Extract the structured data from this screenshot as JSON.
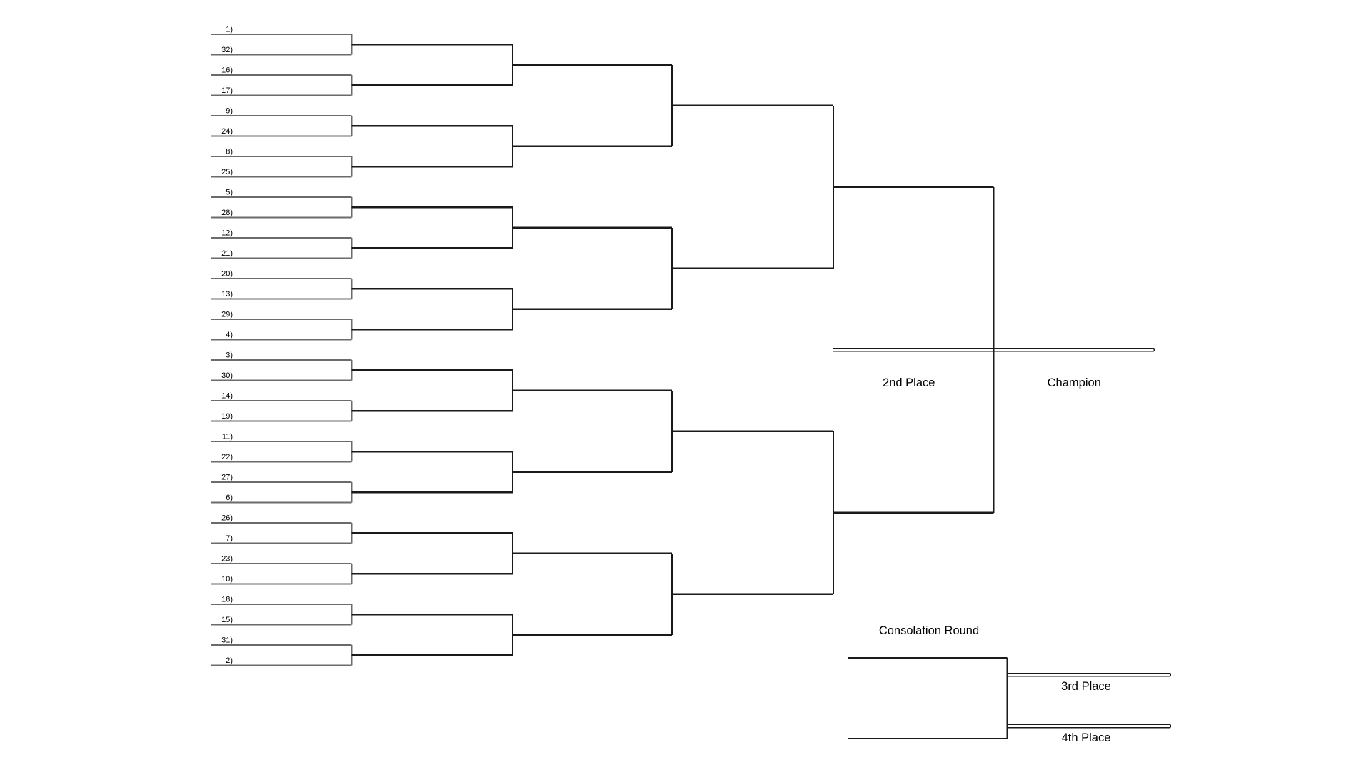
{
  "page": {
    "background": "#ffffff"
  },
  "bracket": {
    "type": "single-elimination",
    "num_seeds": 32,
    "rounds": 5,
    "seed_labels": [
      "1)",
      "32)",
      "16)",
      "17)",
      "9)",
      "24)",
      "8)",
      "25)",
      "5)",
      "28)",
      "12)",
      "21)",
      "20)",
      "13)",
      "29)",
      "4)",
      "3)",
      "30)",
      "14)",
      "19)",
      "11)",
      "22)",
      "27)",
      "6)",
      "26)",
      "7)",
      "23)",
      "10)",
      "18)",
      "15)",
      "31)",
      "2)"
    ],
    "labels": {
      "second_place": "2nd Place",
      "champion": "Champion",
      "consolation_title": "Consolation Round",
      "third_place": "3rd Place",
      "fourth_place": "4th Place"
    },
    "colors": {
      "seed_line": "#6b6b6b",
      "winner_line": "#1a1a1a",
      "text": "#000000"
    }
  }
}
